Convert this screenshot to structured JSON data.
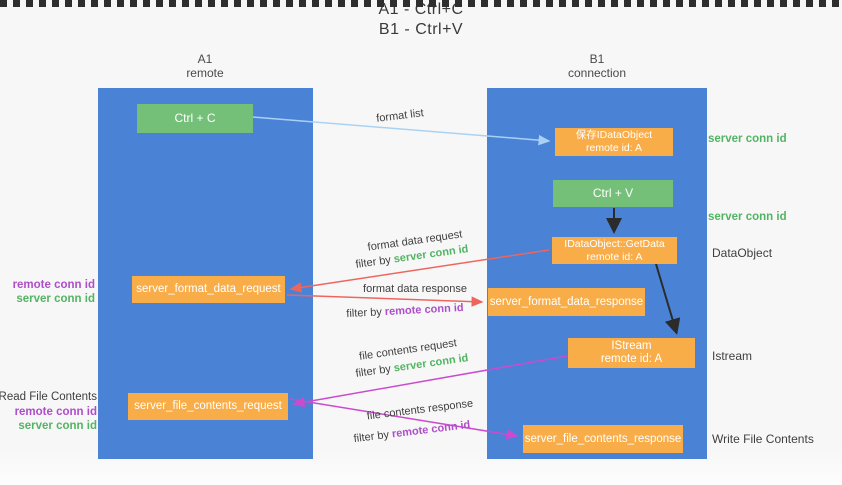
{
  "title": {
    "line1": "A1 - Ctrl+C",
    "line2": "B1 - Ctrl+V"
  },
  "lifelines": {
    "a1": {
      "name": "A1",
      "role": "remote"
    },
    "b1": {
      "name": "B1",
      "role": "connection"
    }
  },
  "nodes": {
    "ctrl_c": "Ctrl + C",
    "ctrl_v": "Ctrl + V",
    "save_dataobject": {
      "line1": "保存IDataObject",
      "line2": "remote id: A"
    },
    "getdata": {
      "line1": "IDataObject::GetData",
      "line2": "remote id: A"
    },
    "istream": {
      "line1": "IStream",
      "line2": "remote id: A"
    },
    "format_request": "server_format_data_request",
    "format_response": "server_format_data_response",
    "file_request": "server_file_contents_request",
    "file_response": "server_file_contents_response"
  },
  "margin_labels": {
    "server_conn_id_top": "server conn id",
    "server_conn_id_mid": "server conn id",
    "dataobject": "DataObject",
    "istream": "Istream",
    "write_file_contents": "Write File Contents",
    "read_file_contents": "Read File Contents",
    "remote_conn_id_upper": "remote conn id",
    "server_conn_id_upper": "server conn id",
    "remote_conn_id_lower": "remote conn id",
    "server_conn_id_lower": "server conn id"
  },
  "arrows": {
    "format_list": "format list",
    "format_data_request": "format data request",
    "format_data_response": "format data response",
    "file_contents_request": "file contents request",
    "file_contents_response": "file contents response",
    "filter_by": "filter by ",
    "filter_server_conn_id": "server conn id",
    "filter_remote_conn_id": "remote conn id"
  },
  "colors": {
    "lifeline_blue": "#4a82d6",
    "action_green": "#74c078",
    "message_orange": "#f9ad49",
    "conn_id_green": "#53b463",
    "conn_id_purple": "#ae4ec8",
    "arrow_red": "#ed665e",
    "arrow_magenta": "#cb4bce",
    "arrow_blue": "#a9d2f2",
    "arrow_black": "#2b2b2b"
  }
}
